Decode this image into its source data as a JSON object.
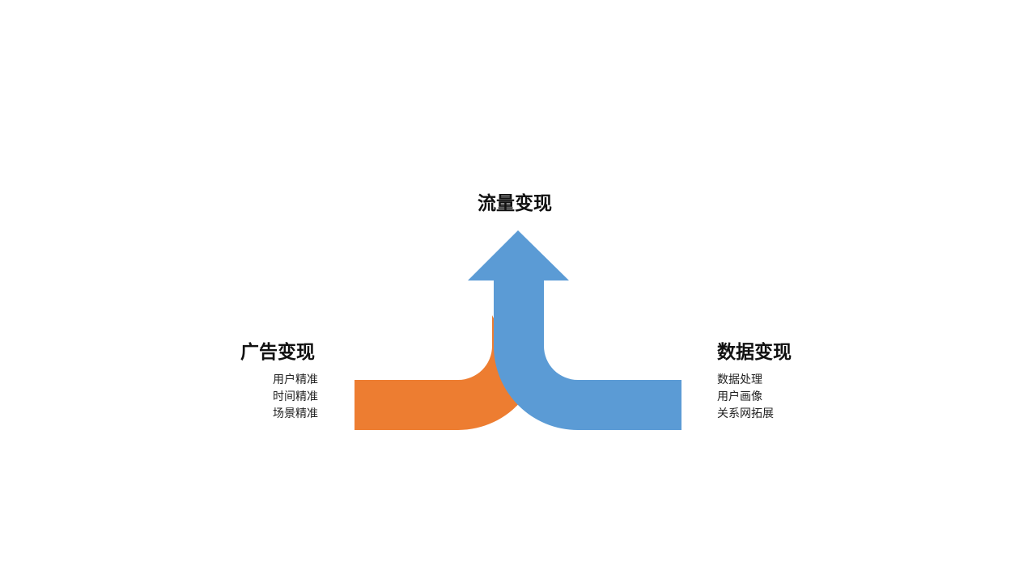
{
  "center": {
    "title": "流量变现"
  },
  "left": {
    "title": "广告变现",
    "items": [
      "用户精准",
      "时间精准",
      "场景精准"
    ]
  },
  "right": {
    "title": "数据变现",
    "items": [
      "数据处理",
      "用户画像",
      "关系网拓展"
    ]
  },
  "colors": {
    "orange_arrow": "#ED7D31",
    "blue_arrow": "#5B9BD5",
    "text": "#111111"
  }
}
